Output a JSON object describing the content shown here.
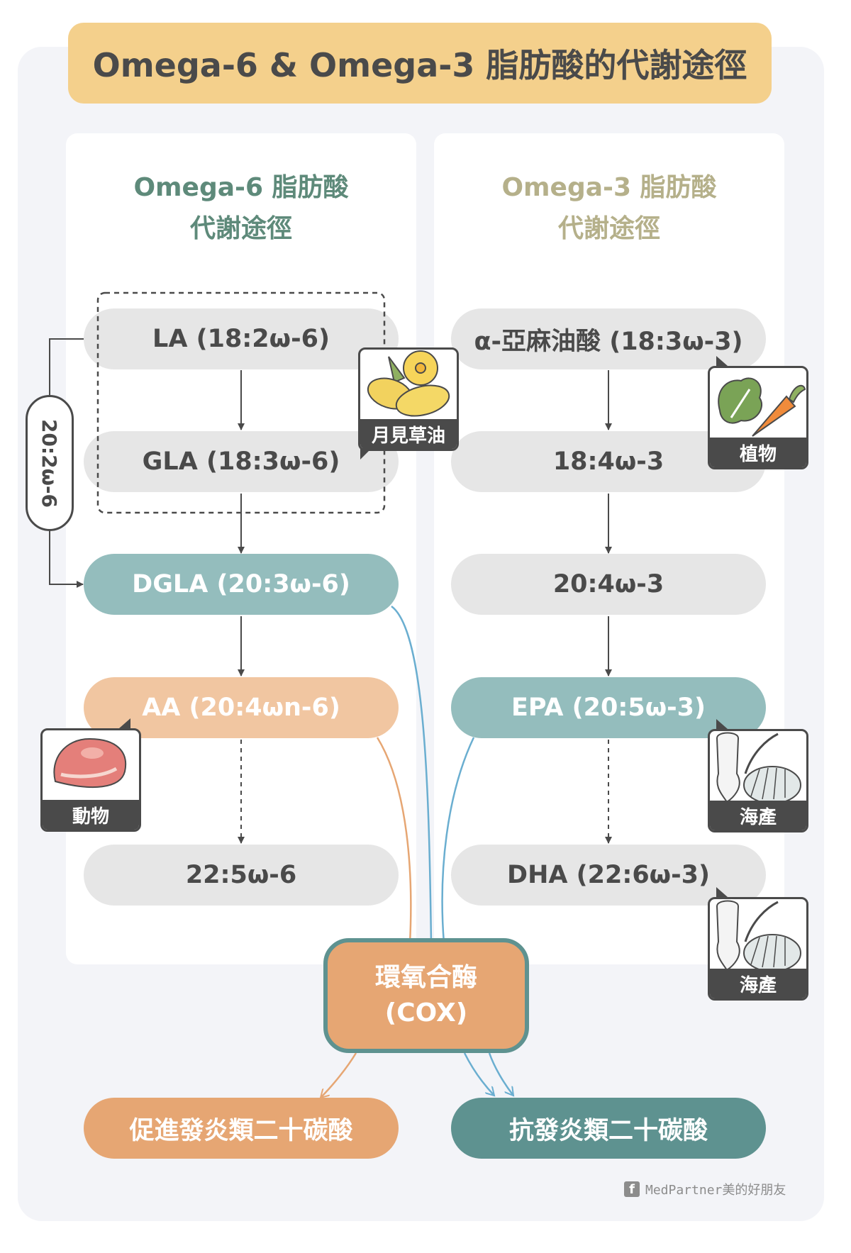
{
  "title": "Omega-6 & Omega-3 脂肪酸的代謝途徑",
  "omega6": {
    "heading_line1": "Omega-6 脂肪酸",
    "heading_line2": "代謝途徑",
    "heading_color": "#5e8a7a",
    "nodes": [
      "LA (18:2ω-6)",
      "GLA (18:3ω-6)",
      "DGLA (20:3ω-6)",
      "AA (20:4ωn-6)",
      "22:5ω-6"
    ],
    "bypass_label": "20:2ω-6"
  },
  "omega3": {
    "heading_line1": "Omega-3 脂肪酸",
    "heading_line2": "代謝途徑",
    "heading_color": "#b5b08a",
    "nodes": [
      "α-亞麻油酸 (18:3ω-3)",
      "18:4ω-3",
      "20:4ω-3",
      "EPA (20:5ω-3)",
      "DHA (22:6ω-3)"
    ]
  },
  "badges": {
    "evening_primrose": "月見草油",
    "plants": "植物",
    "animal": "動物",
    "seafood_1": "海產",
    "seafood_2": "海產"
  },
  "cox": {
    "line1": "環氧合酶",
    "line2": "(COX)"
  },
  "outputs": {
    "pro_inflammatory": "促進發炎類二十碳酸",
    "anti_inflammatory": "抗發炎類二十碳酸"
  },
  "credit": {
    "icon": "f",
    "text": "MedPartner美的好朋友"
  },
  "colors": {
    "title_bg": "#f4d08c",
    "grey_node": "#e6e6e6",
    "teal_node": "#94bdbd",
    "peach_node": "#f1c6a1",
    "orange": "#e6a673",
    "dark_teal": "#5e9290",
    "blue_line": "#6aaed0",
    "orange_line": "#e6a673"
  }
}
